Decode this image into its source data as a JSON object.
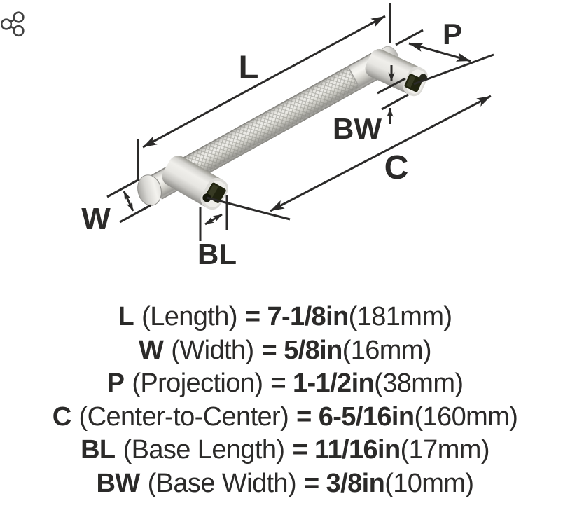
{
  "diagram": {
    "labels": {
      "length": "L",
      "width": "W",
      "projection": "P",
      "center_to_center": "C",
      "base_length": "BL",
      "base_width": "BW"
    },
    "line_color": "#2b2a29",
    "metal_colors": {
      "highlight": "#f4f3ef",
      "mid": "#d9d8d4",
      "shadow": "#8e8d89",
      "hole": "#20230f"
    }
  },
  "specs": [
    {
      "code": "L",
      "name": "(Length)",
      "value": "= 7-1/8in",
      "metric": "(181mm)"
    },
    {
      "code": "W",
      "name": "(Width)",
      "value": "= 5/8in",
      "metric": "(16mm)"
    },
    {
      "code": "P",
      "name": "(Projection)",
      "value": "= 1-1/2in",
      "metric": "(38mm)"
    },
    {
      "code": "C",
      "name": "(Center-to-Center)",
      "value": "= 6-5/16in",
      "metric": "(160mm)"
    },
    {
      "code": "BL",
      "name": "(Base Length)",
      "value": "= 11/16in",
      "metric": "(17mm)"
    },
    {
      "code": "BW",
      "name": "(Base Width)",
      "value": "= 3/8in",
      "metric": "(10mm)"
    }
  ]
}
